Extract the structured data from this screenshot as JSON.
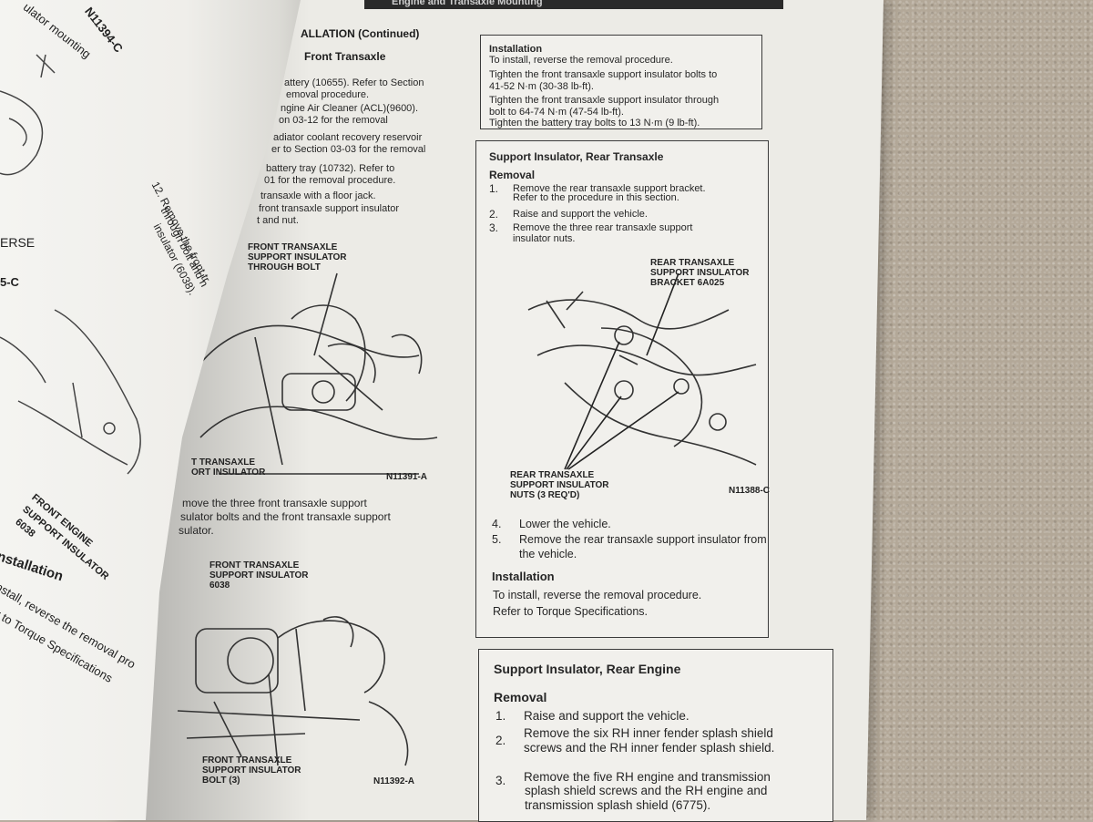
{
  "header": {
    "running_head": "Engine and Transaxle Mounting"
  },
  "left_page": {
    "figure_code": "N11394-C",
    "caption_partial": "ulator mounting",
    "label_erse": "ERSE",
    "label_5c": "5-C",
    "engine_insulator_label": [
      "FRONT ENGINE",
      "SUPPORT INSULATOR",
      "6038"
    ],
    "step12_fragment": [
      "12. Remove the front tr",
      "through bolt and n",
      "insulator (6038)."
    ],
    "installation_heading": "nstallation",
    "installation_line1": "nstall, reverse the removal pro",
    "installation_line2": "r to Torque Specifications"
  },
  "middle_column": {
    "section_title": "ALLATION (Continued)",
    "subsection_title": "Front Transaxle",
    "lines": [
      "attery (10655). Refer to Section",
      "emoval procedure.",
      "ngine Air Cleaner (ACL)(9600).",
      "on 03-12 for the removal",
      "adiator coolant recovery reservoir",
      "er to Section 03-03 for the removal",
      "battery tray (10732). Refer to",
      "01 for the removal procedure.",
      "transaxle with a floor jack.",
      "front transaxle support insulator",
      "t and nut."
    ],
    "fig1": {
      "label_through_bolt": [
        "FRONT TRANSAXLE",
        "SUPPORT INSULATOR",
        "THROUGH BOLT"
      ],
      "label_insulator": [
        "T TRANSAXLE",
        "ORT INSULATOR"
      ],
      "code": "N11391-A"
    },
    "step_text": [
      "move the three front transaxle support",
      "sulator bolts and the front transaxle support",
      "sulator."
    ],
    "fig2": {
      "label_insulator": [
        "FRONT TRANSAXLE",
        "SUPPORT INSULATOR",
        "6038"
      ],
      "label_bolt": [
        "FRONT TRANSAXLE",
        "SUPPORT INSULATOR",
        "BOLT (3)"
      ],
      "code": "N11392-A"
    }
  },
  "right_column": {
    "install_box": {
      "heading": "Installation",
      "lines": [
        "To install, reverse the removal procedure.",
        "Tighten the front transaxle support insulator bolts to",
        "41-52 N·m (30-38 lb-ft).",
        "Tighten the front transaxle support insulator through",
        "bolt to 64-74 N·m (47-54 lb-ft).",
        "Tighten the battery tray bolts to 13 N·m (9 lb-ft)."
      ]
    },
    "rear_transaxle_box": {
      "title": "Support Insulator, Rear Transaxle",
      "removal_heading": "Removal",
      "steps": [
        {
          "num": "1.",
          "lines": [
            "Remove the rear transaxle support bracket.",
            "Refer to the procedure in this section."
          ]
        },
        {
          "num": "2.",
          "lines": [
            "Raise and support the vehicle."
          ]
        },
        {
          "num": "3.",
          "lines": [
            "Remove the three rear transaxle support",
            "insulator nuts."
          ]
        }
      ],
      "figure": {
        "label_bracket": [
          "REAR TRANSAXLE",
          "SUPPORT INSULATOR",
          "BRACKET 6A025"
        ],
        "label_nuts": [
          "REAR TRANSAXLE",
          "SUPPORT INSULATOR",
          "NUTS (3 REQ'D)"
        ],
        "code": "N11388-C"
      },
      "steps_after": [
        {
          "num": "4.",
          "lines": [
            "Lower the vehicle."
          ]
        },
        {
          "num": "5.",
          "lines": [
            "Remove the rear transaxle support insulator from",
            "the vehicle."
          ]
        }
      ],
      "installation_heading": "Installation",
      "installation_lines": [
        "To install, reverse the removal procedure.",
        "Refer to Torque Specifications."
      ]
    },
    "rear_engine_box": {
      "title": "Support Insulator, Rear Engine",
      "removal_heading": "Removal",
      "steps": [
        {
          "num": "1.",
          "lines": [
            "Raise and support the vehicle."
          ]
        },
        {
          "num": "2.",
          "lines": [
            "Remove the six RH inner fender splash shield",
            "screws and the RH inner fender splash shield."
          ]
        },
        {
          "num": "3.",
          "lines": [
            "Remove the five RH engine and transmission",
            "splash shield screws and the RH engine and",
            "transmission splash shield (6775)."
          ]
        }
      ]
    }
  }
}
